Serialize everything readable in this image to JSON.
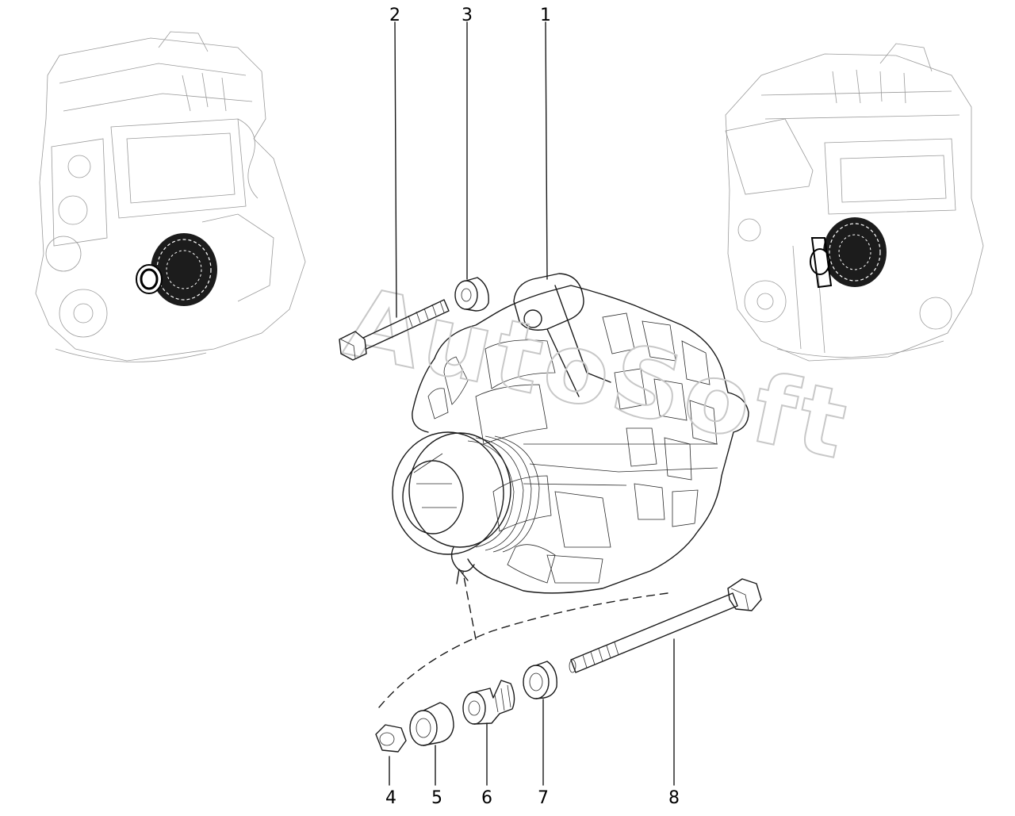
{
  "watermark": "AutoSoft",
  "callouts": [
    {
      "id": "1",
      "label": "1"
    },
    {
      "id": "2",
      "label": "2"
    },
    {
      "id": "3",
      "label": "3"
    },
    {
      "id": "4",
      "label": "4"
    },
    {
      "id": "5",
      "label": "5"
    },
    {
      "id": "6",
      "label": "6"
    },
    {
      "id": "7",
      "label": "7"
    },
    {
      "id": "8",
      "label": "8"
    }
  ],
  "colors": {
    "line": "#1a1a1a",
    "watermark": "#c8c8c8",
    "background": "#ffffff"
  }
}
